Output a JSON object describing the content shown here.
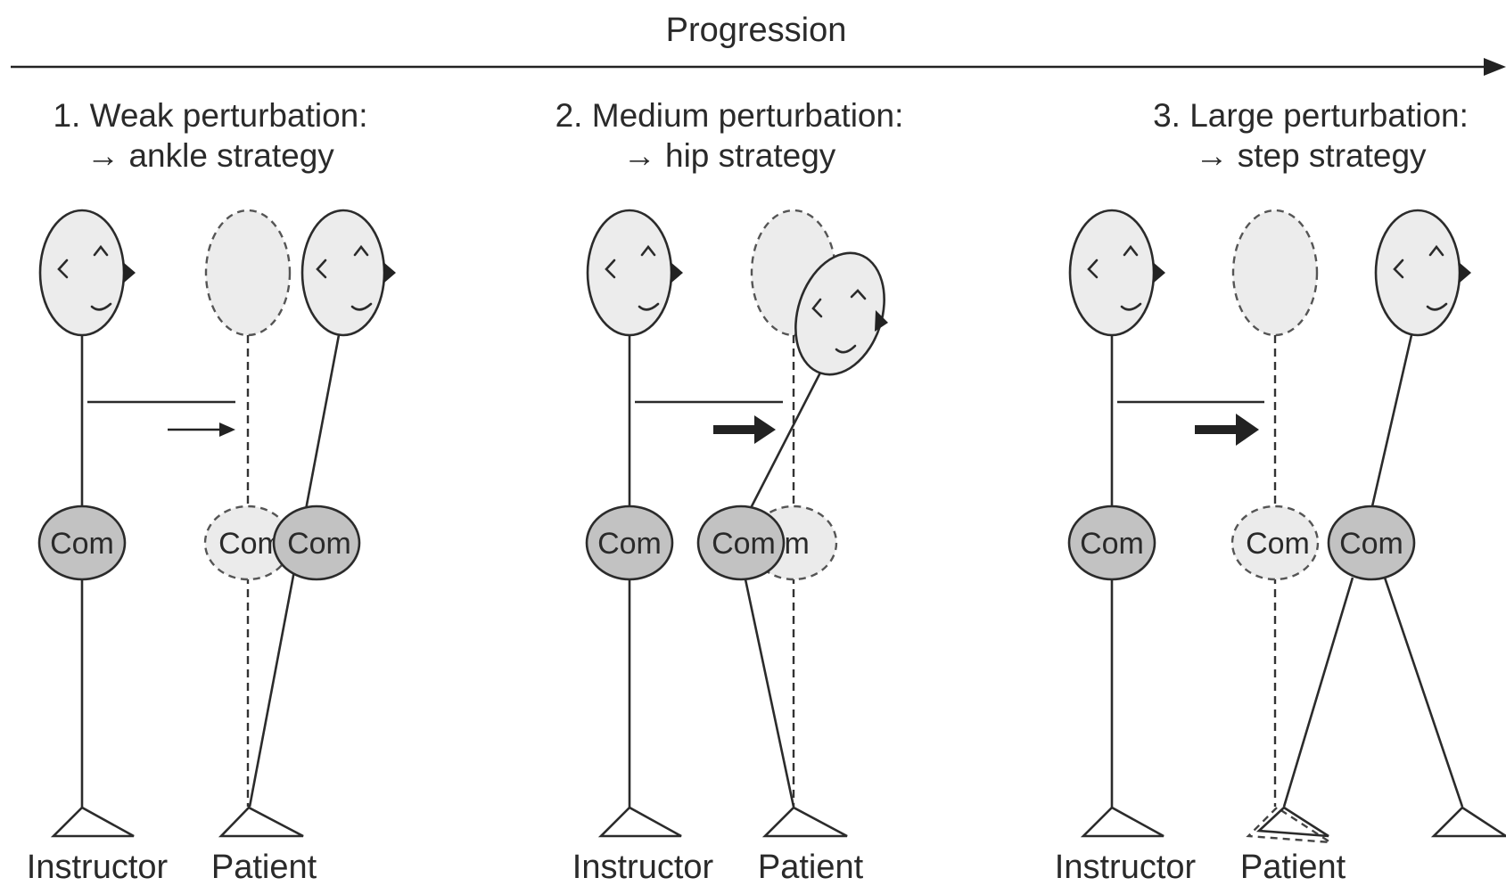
{
  "progression_label": "Progression",
  "panels": [
    {
      "title_line1": "1. Weak perturbation:",
      "title_line2": "→ ankle strategy",
      "instructor_label": "Instructor",
      "patient_label": "Patient",
      "com_instructor": "Com",
      "com_ghost": "Com",
      "com_patient": "Com",
      "push_arrow": "thin-arrow"
    },
    {
      "title_line1": "2. Medium perturbation:",
      "title_line2": "→ hip strategy",
      "instructor_label": "Instructor",
      "patient_label": "Patient",
      "com_instructor": "Com",
      "com_ghost": "Com",
      "com_patient": "Com",
      "push_arrow": "thick-arrow"
    },
    {
      "title_line1": "3. Large perturbation:",
      "title_line2": "→ step strategy",
      "instructor_label": "Instructor",
      "patient_label": "Patient",
      "com_instructor": "Com",
      "com_ghost": "Com",
      "com_patient": "Com",
      "push_arrow": "thick-arrow"
    }
  ],
  "colors": {
    "line": "#2b2b2b",
    "head_fill": "#ececec",
    "com_fill": "#c2c2c2",
    "ghost_fill": "#ebebeb"
  }
}
